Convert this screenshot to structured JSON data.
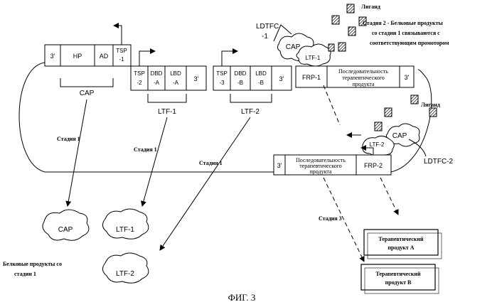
{
  "figure_caption": "ФИГ. 3",
  "vector_top": {
    "three_prime_left": "3'",
    "hp": "HP",
    "ad": "AD",
    "tsp1": [
      "TSP",
      "-1"
    ],
    "tsp2": [
      "TSP",
      "-2"
    ],
    "dbd_a": [
      "DBD",
      "-A"
    ],
    "lbd_a": [
      "LBD",
      "-A"
    ],
    "three_prime_a": "3'",
    "tsp3": [
      "TSP",
      "-3"
    ],
    "dbd_b": [
      "DBD",
      "-B"
    ],
    "lbd_b": [
      "LBD",
      "-B"
    ],
    "three_prime_b": "3'",
    "frp1": "FRP-1",
    "therapeutic_seq_1": [
      "Последовательность",
      "терапевтического",
      "продукта"
    ],
    "three_prime_c": "3'"
  },
  "vector_bottom": {
    "three_prime": "3'",
    "therapeutic_seq_2": [
      "Последовательность",
      "терапевтического",
      "продукта"
    ],
    "frp2": "FRP-2"
  },
  "group_labels": {
    "cap": "CAP",
    "ltf1": "LTF-1",
    "ltf2": "LTF-2"
  },
  "complexes": {
    "ldtfc1": [
      "LDTFC",
      "-1"
    ],
    "ldtfc2": "LDTFC-2",
    "cap_blob": "CAP",
    "ltf1_blob": "LTF-1",
    "ltf2_blob": "LTF-2"
  },
  "ligand_label_1": "Лиганд",
  "ligand_label_2": "Лиганд",
  "stage2_text": [
    "Стадия 2 - Белковые продукты",
    "со стадии 1 связываются с",
    "соответствующим промотором"
  ],
  "stage_labels": {
    "stage1_a": "Стадия 1",
    "stage1_b": "Стадия 1",
    "stage1_c": "Стадия 1",
    "stage3": "Стадия 3"
  },
  "products": {
    "cap": "CAP",
    "ltf1": "LTF-1",
    "ltf2": "LTF-2",
    "caption": [
      "Белковые продукты со",
      "стадии 1"
    ]
  },
  "therapeutic_products": {
    "a": [
      "Терапевтический",
      "продукт A"
    ],
    "b": [
      "Терапевтический",
      "продукт B"
    ]
  }
}
